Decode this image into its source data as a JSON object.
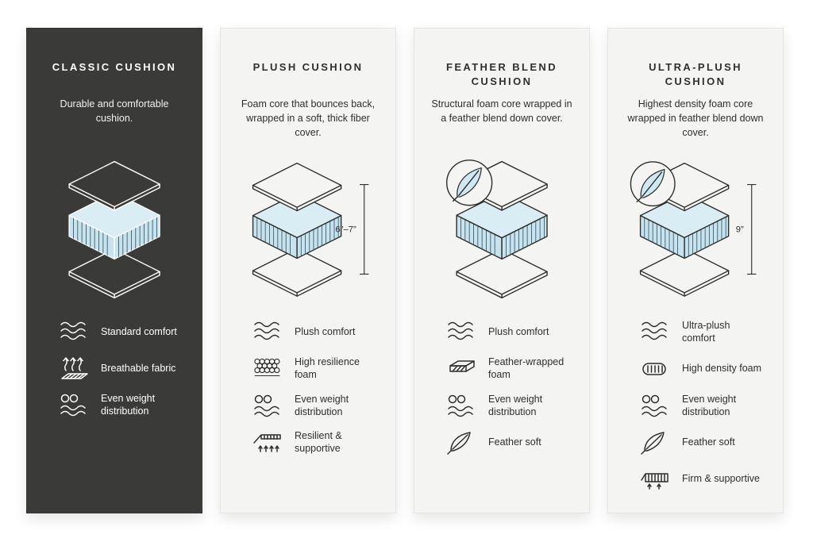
{
  "colors": {
    "light_card": "#f4f4f2",
    "dark_card": "#3a3a38",
    "foam_top": "#d9edf4",
    "foam_side": "#c7e3ee"
  },
  "cards": [
    {
      "title": "CLASSIC CUSHION",
      "description": "Durable and comfortable cushion.",
      "features": [
        {
          "icon": "waves-icon",
          "label": "Standard comfort"
        },
        {
          "icon": "breathable-fabric-icon",
          "label": "Breathable fabric"
        },
        {
          "icon": "weight-distribution-icon",
          "label": "Even weight distribution"
        }
      ]
    },
    {
      "title": "PLUSH CUSHION",
      "description": "Foam core that bounces back, wrapped in a soft, thick fiber cover.",
      "measurement": "6”–7”",
      "features": [
        {
          "icon": "waves-icon",
          "label": "Plush comfort"
        },
        {
          "icon": "honeycomb-foam-icon",
          "label": "High resilience foam"
        },
        {
          "icon": "weight-distribution-icon",
          "label": "Even weight distribution"
        },
        {
          "icon": "resilient-supportive-icon",
          "label": "Resilient & supportive"
        }
      ]
    },
    {
      "title": "FEATHER BLEND CUSHION",
      "description": "Structural foam core wrapped in a feather blend down cover.",
      "features": [
        {
          "icon": "waves-icon",
          "label": "Plush comfort"
        },
        {
          "icon": "feather-wrapped-foam-icon",
          "label": "Feather-wrapped foam"
        },
        {
          "icon": "weight-distribution-icon",
          "label": "Even weight distribution"
        },
        {
          "icon": "feather-icon",
          "label": "Feather soft"
        }
      ]
    },
    {
      "title": "ULTRA-PLUSH CUSHION",
      "description": "Highest density foam core wrapped in feather blend down cover.",
      "measurement": "9”",
      "features": [
        {
          "icon": "waves-icon",
          "label": "Ultra-plush comfort"
        },
        {
          "icon": "density-foam-icon",
          "label": "High density foam"
        },
        {
          "icon": "weight-distribution-icon",
          "label": "Even weight distribution"
        },
        {
          "icon": "feather-icon",
          "label": "Feather soft"
        },
        {
          "icon": "firm-supportive-icon",
          "label": "Firm & supportive"
        }
      ]
    }
  ]
}
